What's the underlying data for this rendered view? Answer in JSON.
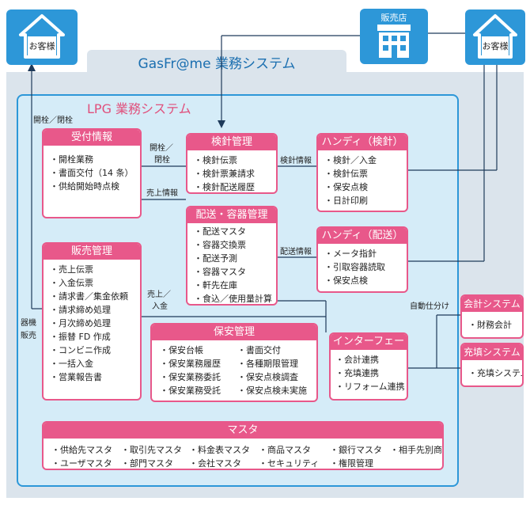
{
  "outer_title": "GasFr@me 業務システム",
  "inner_title": "LPG 業務システム",
  "customer_left": "お客様",
  "customer_right": "お客様",
  "shop": "販売店",
  "uketsuke": {
    "title": "受付情報",
    "items": [
      "開栓業務",
      "書面交付（14 条）",
      "供給開始時点検"
    ]
  },
  "hanbai": {
    "title": "販売管理",
    "items": [
      "売上伝票",
      "入金伝票",
      "請求書／集金依頼",
      "請求締め処理",
      "月次締め処理",
      "振替 FD 作成",
      "コンビニ作成",
      "一括入金",
      "営業報告書"
    ]
  },
  "kenshin": {
    "title": "検針管理",
    "items": [
      "検針伝票",
      "検針票兼請求",
      "検針配送履歴"
    ]
  },
  "haiso": {
    "title": "配送・容器管理",
    "items": [
      "配送マスタ",
      "容器交換票",
      "配送予測",
      "容器マスタ",
      "軒先在庫",
      "食込／使用量計算"
    ]
  },
  "handy_kenshin": {
    "title": "ハンディ（検針）",
    "items": [
      "検針／入金",
      "検針伝票",
      "保安点検",
      "日計印刷"
    ]
  },
  "handy_haiso": {
    "title": "ハンディ（配送）",
    "items": [
      "メータ指針",
      "引取容器読取",
      "保安点検"
    ]
  },
  "hoan": {
    "title": "保安管理",
    "items": [
      "保安台帳",
      "書面交付",
      "保安業務履歴",
      "各種期限管理",
      "保安業務委託",
      "保安点検調査",
      "保安業務受託",
      "保安点検未実施"
    ]
  },
  "interface": {
    "title": "インターフェース",
    "items": [
      "会計連携",
      "充填連携",
      "リフォーム連携"
    ]
  },
  "kaikei": {
    "title": "会計システム",
    "item": "財務会計"
  },
  "jutten": {
    "title": "充填システム",
    "item": "充填システム"
  },
  "master": {
    "title": "マスタ",
    "items": [
      "供給先マスタ",
      "取引先マスタ",
      "料金表マスタ",
      "商品マスタ",
      "銀行マスタ",
      "相手先別商品",
      "ユーザマスタ",
      "部門マスタ",
      "会社マスタ",
      "セキュリティ",
      "権限管理"
    ]
  },
  "labels": {
    "kaisen_heisen": "開栓／閉栓",
    "kaisen": "開栓／",
    "heisen": "閉栓",
    "uriage_joho": "売上情報",
    "kenshin_joho": "検針情報",
    "haiso_joho": "配送情報",
    "uriage": "売上／",
    "nyukin": "入金",
    "kiki": "器機",
    "hanbai_lbl": "販売",
    "jido": "自動仕分け"
  },
  "colors": {
    "accent": "#e8588a",
    "blue": "#2d97d8",
    "panel": "#d5ecf8",
    "outer": "#dbe4ec"
  }
}
